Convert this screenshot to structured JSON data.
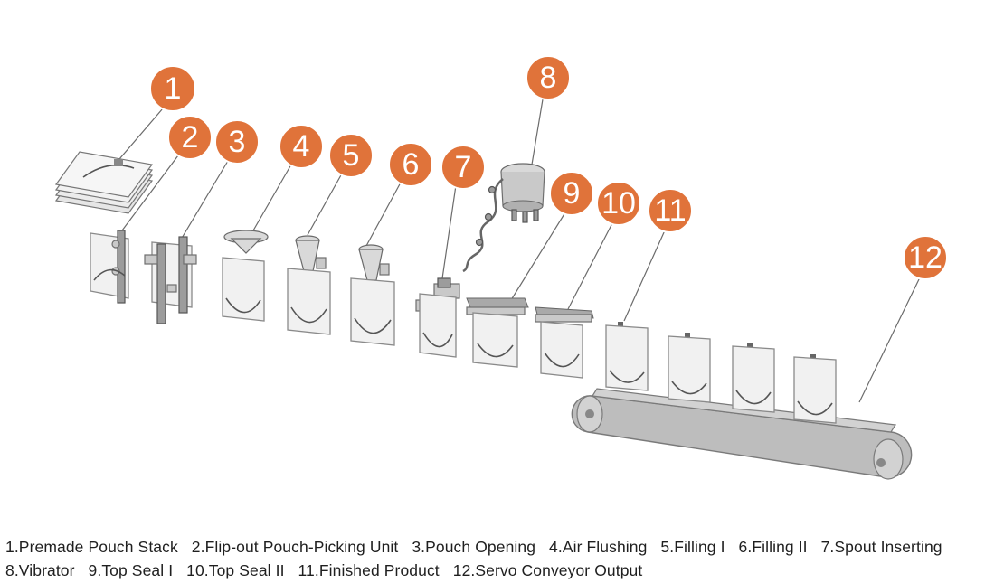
{
  "badge_color": "#e0733a",
  "steps": [
    {
      "number": "1",
      "label": "1.Premade Pouch Stack"
    },
    {
      "number": "2",
      "label": "2.Flip-out Pouch-Picking Unit"
    },
    {
      "number": "3",
      "label": "3.Pouch Opening"
    },
    {
      "number": "4",
      "label": "4.Air Flushing"
    },
    {
      "number": "5",
      "label": "5.Filling I"
    },
    {
      "number": "6",
      "label": "6.Filling II"
    },
    {
      "number": "7",
      "label": "7.Spout Inserting"
    },
    {
      "number": "8",
      "label": "8.Vibrator"
    },
    {
      "number": "9",
      "label": "9.Top Seal I"
    },
    {
      "number": "10",
      "label": "10.Top Seal II"
    },
    {
      "number": "11",
      "label": "11.Finished Product"
    },
    {
      "number": "12",
      "label": "12.Servo Conveyor Output"
    }
  ]
}
